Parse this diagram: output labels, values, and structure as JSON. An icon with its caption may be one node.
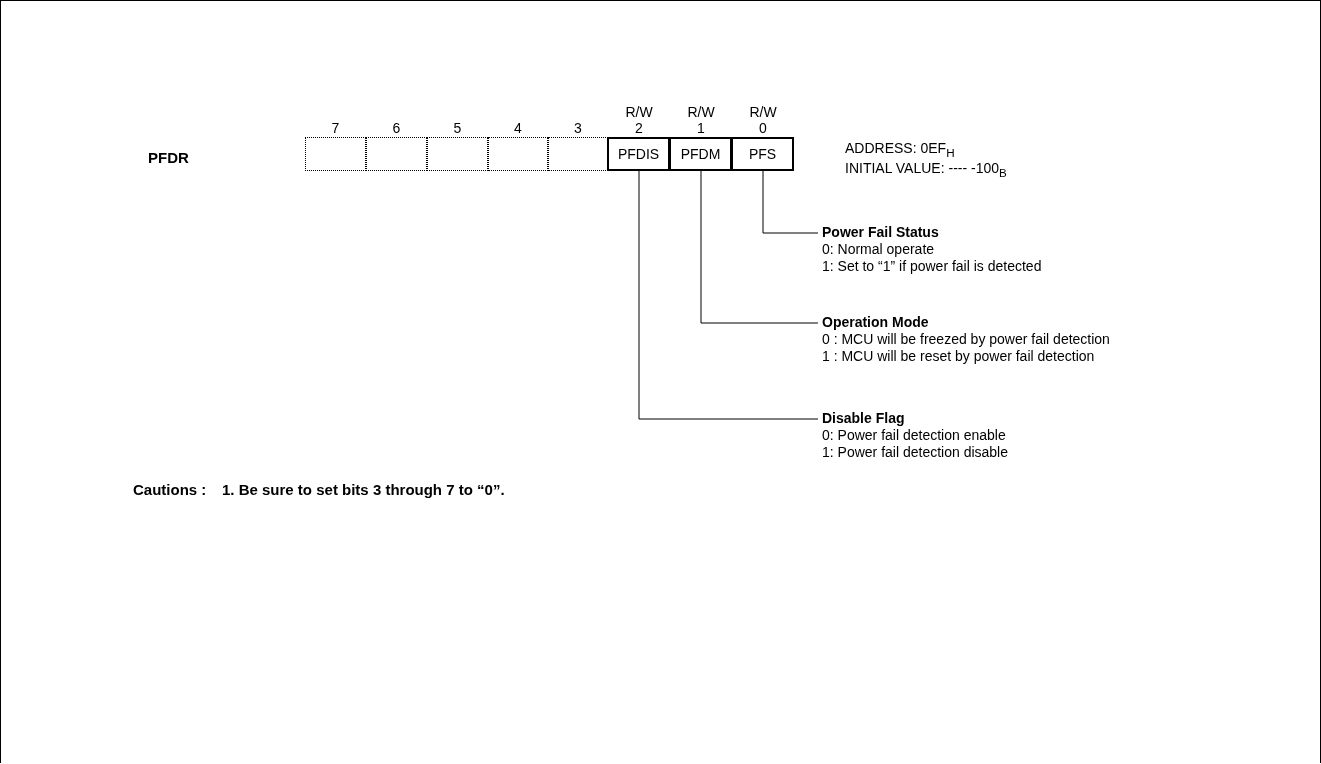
{
  "diagram": {
    "nodes": [
      {
        "text": [],
        "shape": "box",
        "beside": [
          "7"
        ]
      },
      {
        "text": [],
        "shape": "box",
        "beside": [
          "6"
        ]
      },
      {
        "text": [],
        "shape": "box",
        "beside": [
          "5"
        ]
      },
      {
        "text": [],
        "shape": "box",
        "beside": [
          "4"
        ]
      },
      {
        "text": [],
        "shape": "box",
        "beside": [
          "3"
        ]
      },
      {
        "text": [
          "PFDIS"
        ],
        "beside": [
          "R/W",
          "2"
        ]
      },
      {
        "text": [
          "PFDM"
        ],
        "beside": [
          "R/W",
          "1"
        ]
      },
      {
        "text": [
          "PFS"
        ],
        "beside": [
          "R/W",
          "0"
        ]
      },
      {
        "text": [
          "Power Fail Status",
          "0: Normal operate",
          "1: Set to “1” if power fail is detected"
        ]
      },
      {
        "text": [
          "Operation Mode",
          "0 : MCU will be freezed by power fail detection",
          "1 : MCU will be reset by power fail detection"
        ]
      },
      {
        "text": [
          "Disable Flag",
          "0: Power fail detection enable",
          "1: Power fail detection disable"
        ]
      }
    ],
    "edges": [
      {
        "from": 8,
        "to": 7,
        "arrow": "none"
      },
      {
        "from": 9,
        "to": 6,
        "arrow": "none"
      },
      {
        "from": 10,
        "to": 5,
        "arrow": "none"
      }
    ],
    "labels": [
      "PFDR",
      "ADDRESS: 0EF$_{H}$",
      "INITIAL VALUE: ---- -100$_{B}$",
      "Cautions :",
      "1. Be sure to set bits 3 through 7 to “0”."
    ]
  }
}
